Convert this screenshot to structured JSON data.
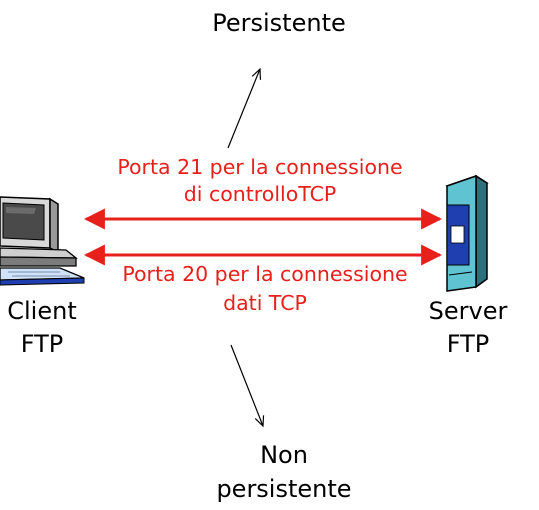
{
  "labels": {
    "top": "Persistente",
    "bottom_line1": "Non",
    "bottom_line2": "persistente",
    "client_line1": "Client",
    "client_line2": "FTP",
    "server_line1": "Server",
    "server_line2": "FTP"
  },
  "connections": [
    {
      "line1": "Porta 21 per la connessione",
      "line2": "di controlloTCP"
    },
    {
      "line1": "Porta 20 per la connessione",
      "line2": "dati TCP"
    }
  ],
  "colors": {
    "connection": "#e8201c",
    "text": "#000000"
  },
  "icons": {
    "client": "desktop-computer-icon",
    "server": "server-tower-icon"
  }
}
